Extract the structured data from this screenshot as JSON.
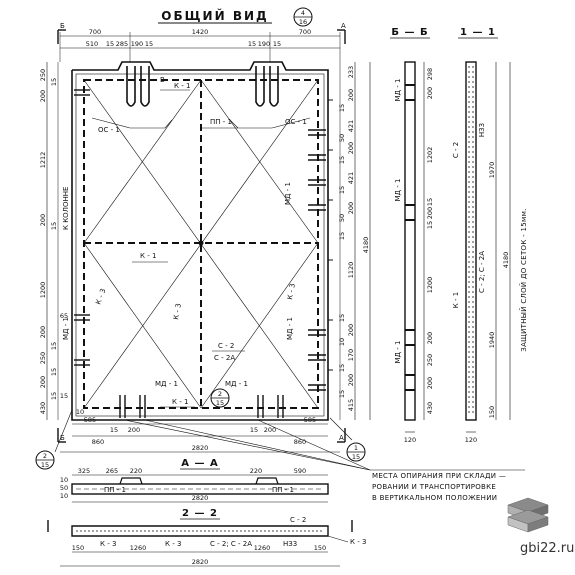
{
  "titles": {
    "main_view": "ОБЩИЙ ВИД",
    "section_b": "Б — Б",
    "section_1": "1 — 1",
    "section_a": "А — А",
    "section_2": "2 — 2",
    "cut_b": "Б",
    "cut_a": "А"
  },
  "callouts": {
    "top_right": {
      "num": "4",
      "sheet": "16"
    },
    "center_bottom": {
      "num": "2",
      "sheet": "15"
    },
    "left_bottom": {
      "num": "2",
      "sheet": "15"
    },
    "right_bottom": {
      "num": "1",
      "sheet": "15"
    }
  },
  "top_dims": {
    "r1": [
      "700",
      "1420",
      "700"
    ],
    "r2": [
      "510",
      "15",
      "285",
      "190",
      "15",
      "15",
      "190",
      "15"
    ]
  },
  "left_dims": [
    "250",
    "200",
    "1212",
    "200",
    "1200",
    "200",
    "250",
    "200",
    "430"
  ],
  "left_small": [
    "15",
    "15",
    "65",
    "15",
    "15",
    "15",
    "10"
  ],
  "right_dims": {
    "cols": [
      "233",
      "200",
      "421",
      "200",
      "421",
      "200",
      "1120",
      "200",
      "170",
      "200",
      "415"
    ],
    "small": [
      "15",
      "50",
      "15",
      "15",
      "50",
      "15",
      "15",
      "10",
      "15",
      "15"
    ],
    "total": "4180"
  },
  "bottom_dims": {
    "r1": [
      "585",
      "15",
      "200",
      "15",
      "200",
      "585"
    ],
    "r2": [
      "860",
      "860"
    ],
    "total": "2820",
    "fifteen": "15"
  },
  "plan_labels": {
    "k1_top": "К - 1",
    "pp1": "ПП - 1",
    "v": "В",
    "os1_left": "ОС - 1",
    "os1_right": "ОС - 1",
    "md1_right_upper": "МД - 1",
    "k_kolonne": "К КОЛОННЕ",
    "k1_mid": "К - 1",
    "md1_left": "МД - 1",
    "k3_left": "К - 3",
    "k3_mid": "К - 3",
    "k3_right": "К - 3",
    "md1_right_lower": "МД - 1",
    "c2": "С - 2",
    "c2a": "С - 2А",
    "md1_bottom_left": "МД - 1",
    "md1_bottom_right": "МД - 1",
    "k1_bottom": "К - 1"
  },
  "section_bb": {
    "labels": [
      "МД - 1",
      "МД - 1",
      "МД - 1"
    ],
    "dims": [
      "298",
      "200",
      "1202",
      "15",
      "200",
      "15",
      "1200",
      "200",
      "250",
      "200",
      "430"
    ],
    "width": "120"
  },
  "section_11": {
    "labels": {
      "c2": "С - 2",
      "nz3": "НЗ3",
      "c2c2a": "С - 2; С - 2А",
      "k1": "К - 1"
    },
    "dims": [
      "1970",
      "4180",
      "1940",
      "150"
    ],
    "width": "120"
  },
  "cover_note": "ЗАЩИТНЫЙ СЛОЙ ДО СЕТОК - 15мм.",
  "section_aa": {
    "top_dims": [
      "325",
      "265",
      "220",
      "220",
      "590"
    ],
    "labels": [
      "ПП - 1",
      "ПП - 1"
    ],
    "side_dims": [
      "10",
      "50",
      "10"
    ],
    "total": "2820"
  },
  "section_22": {
    "labels": {
      "c2": "С - 2",
      "k3a": "К - 3",
      "k3b": "К - 3",
      "c2_2a": "С - 2; С - 2А",
      "nz3": "НЗ3",
      "k3c": "К - 3"
    },
    "dims": [
      "150",
      "1260",
      "1260",
      "150"
    ],
    "total": "2820"
  },
  "support_note": [
    "МЕСТА ОПИРАНИЯ ПРИ СКЛАДИ —",
    "РОВАНИИ И ТРАНСПОРТИРОВКЕ",
    "В ВЕРТИКАЛЬНОМ ПОЛОЖЕНИИ"
  ],
  "watermark": "gbi22.ru"
}
